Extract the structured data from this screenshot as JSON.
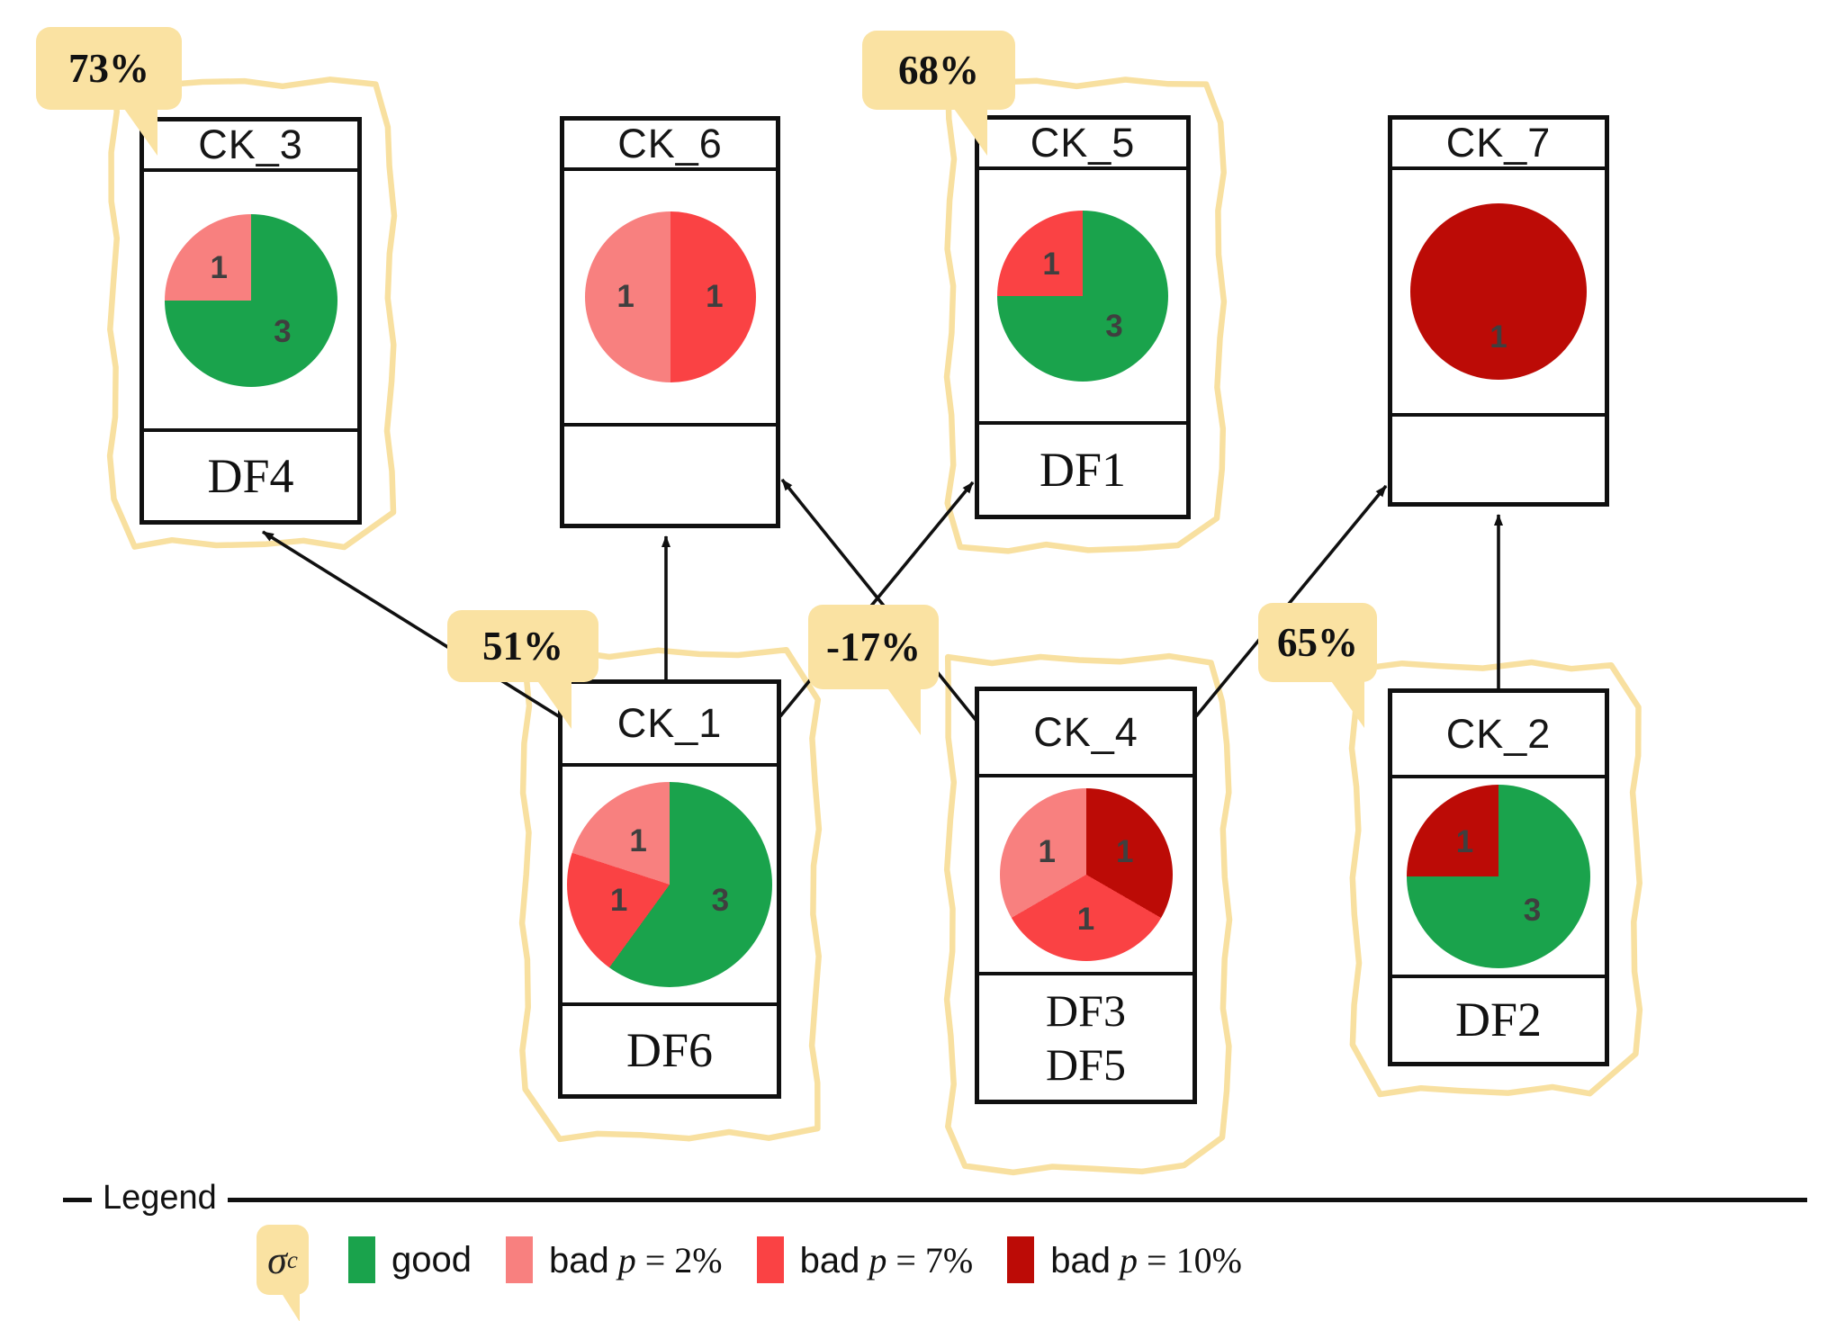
{
  "palette": {
    "good": "#1aa34c",
    "bad_p2": "#f8807f",
    "bad_p7": "#fa4244",
    "bad_p10": "#bc0b06",
    "callout_bg": "#fae2a2",
    "highlight_stroke": "#f8e0a0"
  },
  "nodes": [
    {
      "id": "CK_3",
      "title": "CK_3",
      "callout": "73%",
      "highlighted": true,
      "df": [
        "DF4"
      ],
      "pie": [
        {
          "status": "good",
          "value": 3,
          "label": "3"
        },
        {
          "status": "bad_p2",
          "value": 1,
          "label": "1"
        }
      ]
    },
    {
      "id": "CK_6",
      "title": "CK_6",
      "highlighted": false,
      "df": [],
      "pie": [
        {
          "status": "bad_p7",
          "value": 1,
          "label": "1"
        },
        {
          "status": "bad_p2",
          "value": 1,
          "label": "1"
        }
      ]
    },
    {
      "id": "CK_5",
      "title": "CK_5",
      "callout": "68%",
      "highlighted": true,
      "df": [
        "DF1"
      ],
      "pie": [
        {
          "status": "good",
          "value": 3,
          "label": "3"
        },
        {
          "status": "bad_p7",
          "value": 1,
          "label": "1"
        }
      ]
    },
    {
      "id": "CK_7",
      "title": "CK_7",
      "highlighted": false,
      "df": [],
      "pie": [
        {
          "status": "bad_p10",
          "value": 1,
          "label": "1"
        }
      ]
    },
    {
      "id": "CK_1",
      "title": "CK_1",
      "callout": "51%",
      "highlighted": true,
      "df": [
        "DF6"
      ],
      "pie": [
        {
          "status": "good",
          "value": 3,
          "label": "3"
        },
        {
          "status": "bad_p7",
          "value": 1,
          "label": "1"
        },
        {
          "status": "bad_p2",
          "value": 1,
          "label": "1"
        }
      ]
    },
    {
      "id": "CK_4",
      "title": "CK_4",
      "callout": "-17%",
      "highlighted": true,
      "df": [
        "DF3",
        "DF5"
      ],
      "pie": [
        {
          "status": "bad_p10",
          "value": 1,
          "label": "1"
        },
        {
          "status": "bad_p7",
          "value": 1,
          "label": "1"
        },
        {
          "status": "bad_p2",
          "value": 1,
          "label": "1"
        }
      ]
    },
    {
      "id": "CK_2",
      "title": "CK_2",
      "callout": "65%",
      "highlighted": true,
      "df": [
        "DF2"
      ],
      "pie": [
        {
          "status": "good",
          "value": 3,
          "label": "3"
        },
        {
          "status": "bad_p10",
          "value": 1,
          "label": "1"
        }
      ]
    }
  ],
  "edges": [
    {
      "from": "CK_1",
      "to": "CK_3"
    },
    {
      "from": "CK_1",
      "to": "CK_6"
    },
    {
      "from": "CK_1",
      "to": "CK_5"
    },
    {
      "from": "CK_4",
      "to": "CK_6"
    },
    {
      "from": "CK_4",
      "to": "CK_7"
    },
    {
      "from": "CK_2",
      "to": "CK_7"
    }
  ],
  "legend": {
    "title": "Legend",
    "sigma": {
      "symbol": "σ",
      "sub": "c"
    },
    "items": [
      {
        "key": "good",
        "label": "good"
      },
      {
        "key": "bad_p2",
        "prefix": "bad",
        "pvar": "p",
        "rest": "= 2%"
      },
      {
        "key": "bad_p7",
        "prefix": "bad",
        "pvar": "p",
        "rest": "= 7%"
      },
      {
        "key": "bad_p10",
        "prefix": "bad",
        "pvar": "p",
        "rest": "= 10%"
      }
    ]
  }
}
